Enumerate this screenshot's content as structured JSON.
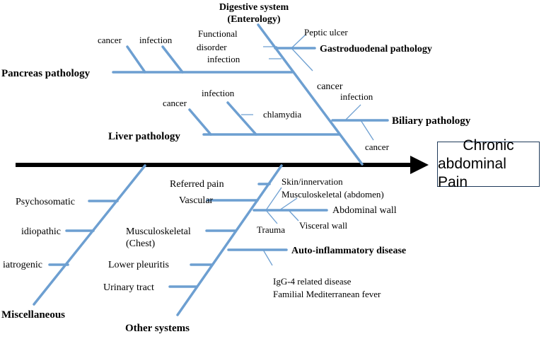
{
  "colors": {
    "bone": "#6d9fd1",
    "spine": "#000000",
    "text": "#000000",
    "box_border": "#1f3a5a"
  },
  "outcome": {
    "line1": "Chronic",
    "line2": "abdominal Pain"
  },
  "digestive": {
    "title1": "Digestive system",
    "title2": "(Enterology)"
  },
  "pancreas": {
    "label": "Pancreas pathology",
    "causes": [
      "cancer",
      "infection"
    ]
  },
  "gastro": {
    "label": "Gastroduodenal pathology",
    "causes": [
      "Peptic ulcer",
      "Functional",
      "disorder",
      "infection"
    ]
  },
  "liver": {
    "label": "Liver pathology",
    "causes": [
      "cancer",
      "infection",
      "chlamydia"
    ]
  },
  "biliary": {
    "label": "Biliary pathology",
    "causes": [
      "cancer",
      "infection",
      "cancer"
    ]
  },
  "misc": {
    "label": "Miscellaneous",
    "causes": [
      "Psychosomatic",
      "idiopathic",
      "iatrogenic"
    ]
  },
  "other": {
    "label": "Other systems",
    "causes": [
      "Referred pain",
      "Vascular",
      "Musculoskeletal",
      "(Chest)",
      "Lower pleuritis",
      "Urinary tract"
    ]
  },
  "abdominal_wall": {
    "label": "Abdominal wall",
    "causes": [
      "Skin/innervation",
      "Musculoskeletal (abdomen)",
      "Trauma",
      "Visceral wall"
    ]
  },
  "autoinflammatory": {
    "label": "Auto-inflammatory disease",
    "causes": [
      "IgG-4 related disease",
      "Familial Mediterranean fever"
    ]
  }
}
